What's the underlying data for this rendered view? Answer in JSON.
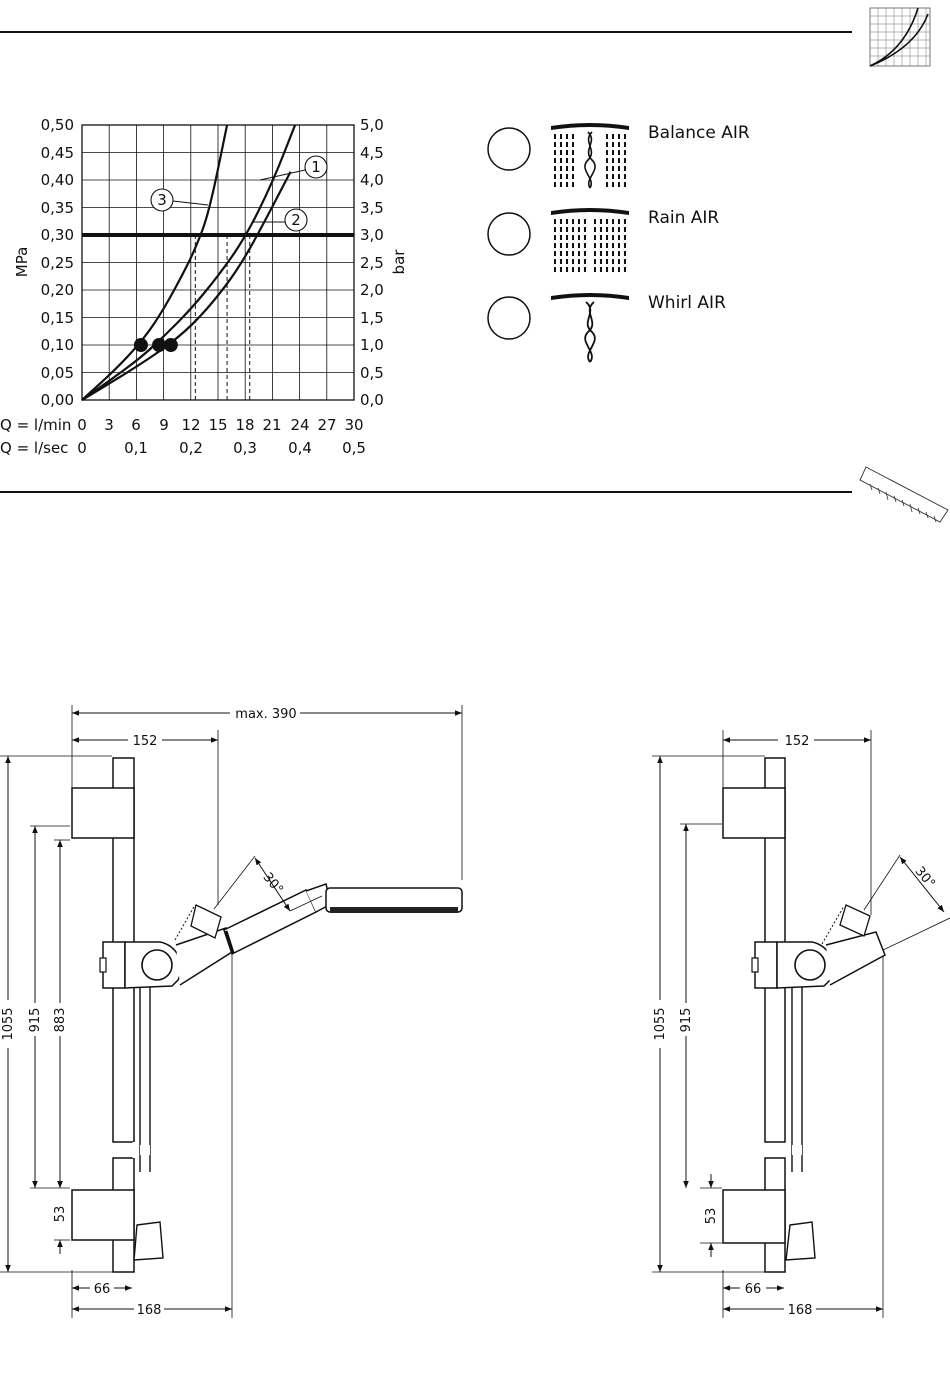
{
  "chart": {
    "y_left_label": "MPa",
    "y_right_label": "bar",
    "y_left_ticks": [
      "0,50",
      "0,45",
      "0,40",
      "0,35",
      "0,30",
      "0,25",
      "0,20",
      "0,15",
      "0,10",
      "0,05",
      "0,00"
    ],
    "y_right_ticks": [
      "5,0",
      "4,5",
      "4,0",
      "3,5",
      "3,0",
      "2,5",
      "2,0",
      "1,5",
      "1,0",
      "0,5",
      "0,0"
    ],
    "x_row1_label": "Q = l/min",
    "x_row1_ticks": [
      "0",
      "3",
      "6",
      "9",
      "12",
      "15",
      "18",
      "21",
      "24",
      "27",
      "30"
    ],
    "x_row2_label": "Q = l/sec",
    "x_row2_ticks": [
      "0",
      "0,1",
      "0,2",
      "0,3",
      "0,4",
      "0,5"
    ],
    "callouts": [
      "1",
      "2",
      "3"
    ]
  },
  "chart_data": {
    "type": "line",
    "xlabel": "Q = l/min",
    "ylabel": "MPa",
    "xlim": [
      0,
      30
    ],
    "ylim": [
      0,
      0.5
    ],
    "y2label": "bar",
    "y2lim": [
      0,
      5
    ],
    "grid": true,
    "reference_line": {
      "y": 0.3
    },
    "series": [
      {
        "name": "1",
        "x": [
          0,
          6,
          9,
          12,
          15,
          18,
          21,
          23.5
        ],
        "y": [
          0,
          0.07,
          0.115,
          0.165,
          0.225,
          0.295,
          0.395,
          0.5
        ]
      },
      {
        "name": "2",
        "x": [
          0,
          6,
          10,
          13,
          16,
          18,
          20,
          23
        ],
        "y": [
          0,
          0.06,
          0.105,
          0.15,
          0.21,
          0.26,
          0.32,
          0.415
        ]
      },
      {
        "name": "3",
        "x": [
          0,
          4,
          7,
          9,
          11,
          12.5,
          14,
          16
        ],
        "y": [
          0,
          0.06,
          0.115,
          0.165,
          0.225,
          0.275,
          0.34,
          0.5
        ]
      }
    ],
    "markers": [
      {
        "series": "3",
        "x": 6.5,
        "y": 0.1
      },
      {
        "series": "1",
        "x": 8.5,
        "y": 0.1
      },
      {
        "series": "2",
        "x": 9.8,
        "y": 0.1
      }
    ],
    "dashed_drops_x": [
      12.5,
      16,
      18.5
    ]
  },
  "legend": [
    {
      "label": "Balance AIR",
      "icon": "balance-air-spray-icon"
    },
    {
      "label": "Rain AIR",
      "icon": "rain-air-spray-icon"
    },
    {
      "label": "Whirl AIR",
      "icon": "whirl-air-spray-icon"
    }
  ],
  "header_icon": "flow-chart-thumbnail-icon",
  "section_icon": "ruler-dimension-icon",
  "drawing_left": {
    "max": "max. 390",
    "width_top": "152",
    "height_total": "1055",
    "height_mid": "915",
    "height_inner": "883",
    "bottom_gap": "53",
    "depth": "66",
    "width_bottom": "168",
    "angle": "30°"
  },
  "drawing_right": {
    "width_top": "152",
    "height_total": "1055",
    "height_mid": "915",
    "bottom_gap": "53",
    "depth": "66",
    "width_bottom": "168",
    "angle": "30°"
  }
}
